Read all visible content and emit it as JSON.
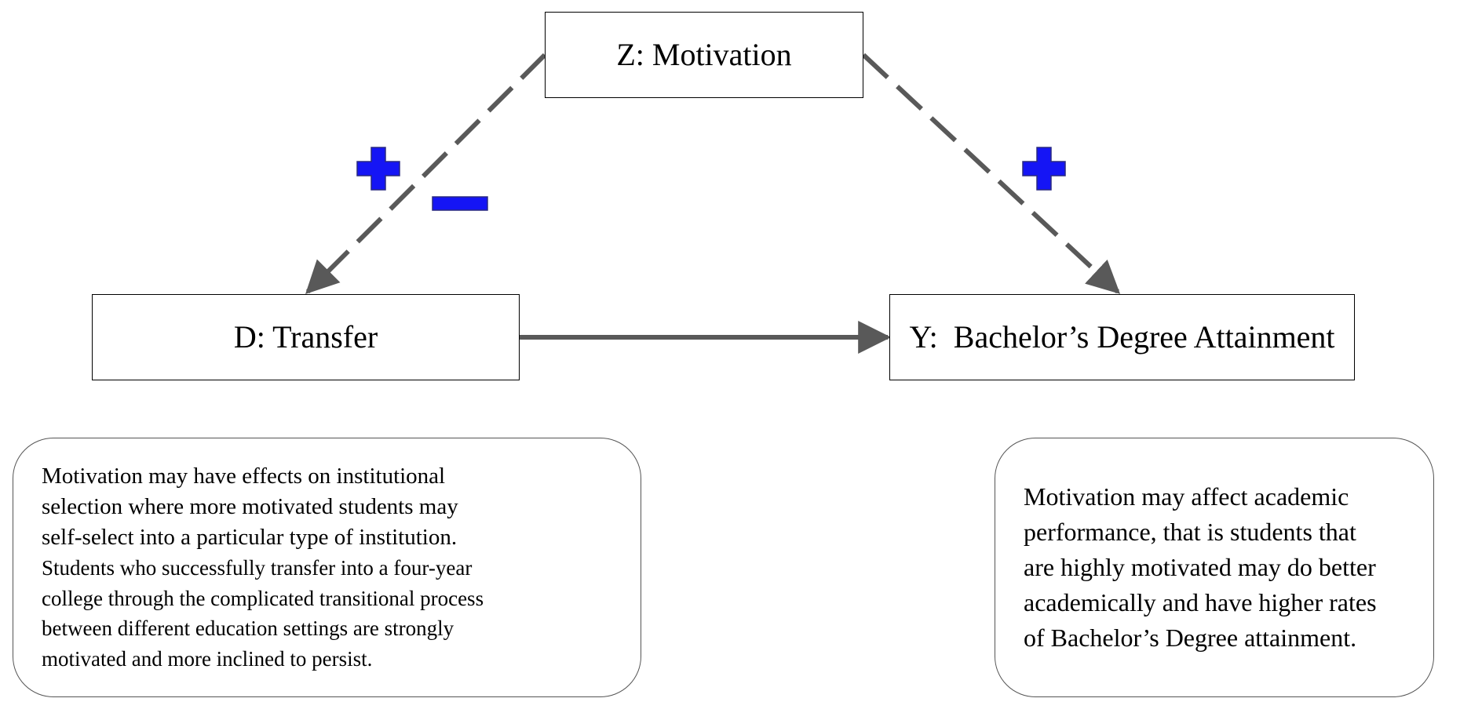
{
  "nodes": {
    "z": {
      "label": "Z: Motivation"
    },
    "d": {
      "label": "D: Transfer"
    },
    "y": {
      "label": "Y:  Bachelor’s Degree Attainment"
    }
  },
  "edges": [
    {
      "from": "z",
      "to": "d",
      "style": "dashed",
      "signs": [
        "+",
        "−"
      ]
    },
    {
      "from": "z",
      "to": "y",
      "style": "dashed",
      "signs": [
        "+"
      ]
    },
    {
      "from": "d",
      "to": "y",
      "style": "solid",
      "signs": []
    }
  ],
  "notes": {
    "left": {
      "lines": [
        "Motivation may have effects on institutional",
        "selection where more motivated students may",
        "self-select into a particular type of institution.",
        "Students who successfully transfer into a four-year",
        "college through the complicated transitional process",
        "between different education settings are strongly",
        "motivated and more inclined to persist."
      ]
    },
    "right": {
      "lines": [
        "Motivation may affect academic",
        "performance, that is students that",
        "are highly motivated may do better",
        "academically and have higher rates",
        "of Bachelor’s Degree attainment."
      ]
    }
  },
  "colors": {
    "edge": "#595959",
    "sign_fill": "#1515f5",
    "sign_stroke": "#2a2a80",
    "node_border": "#000000"
  }
}
